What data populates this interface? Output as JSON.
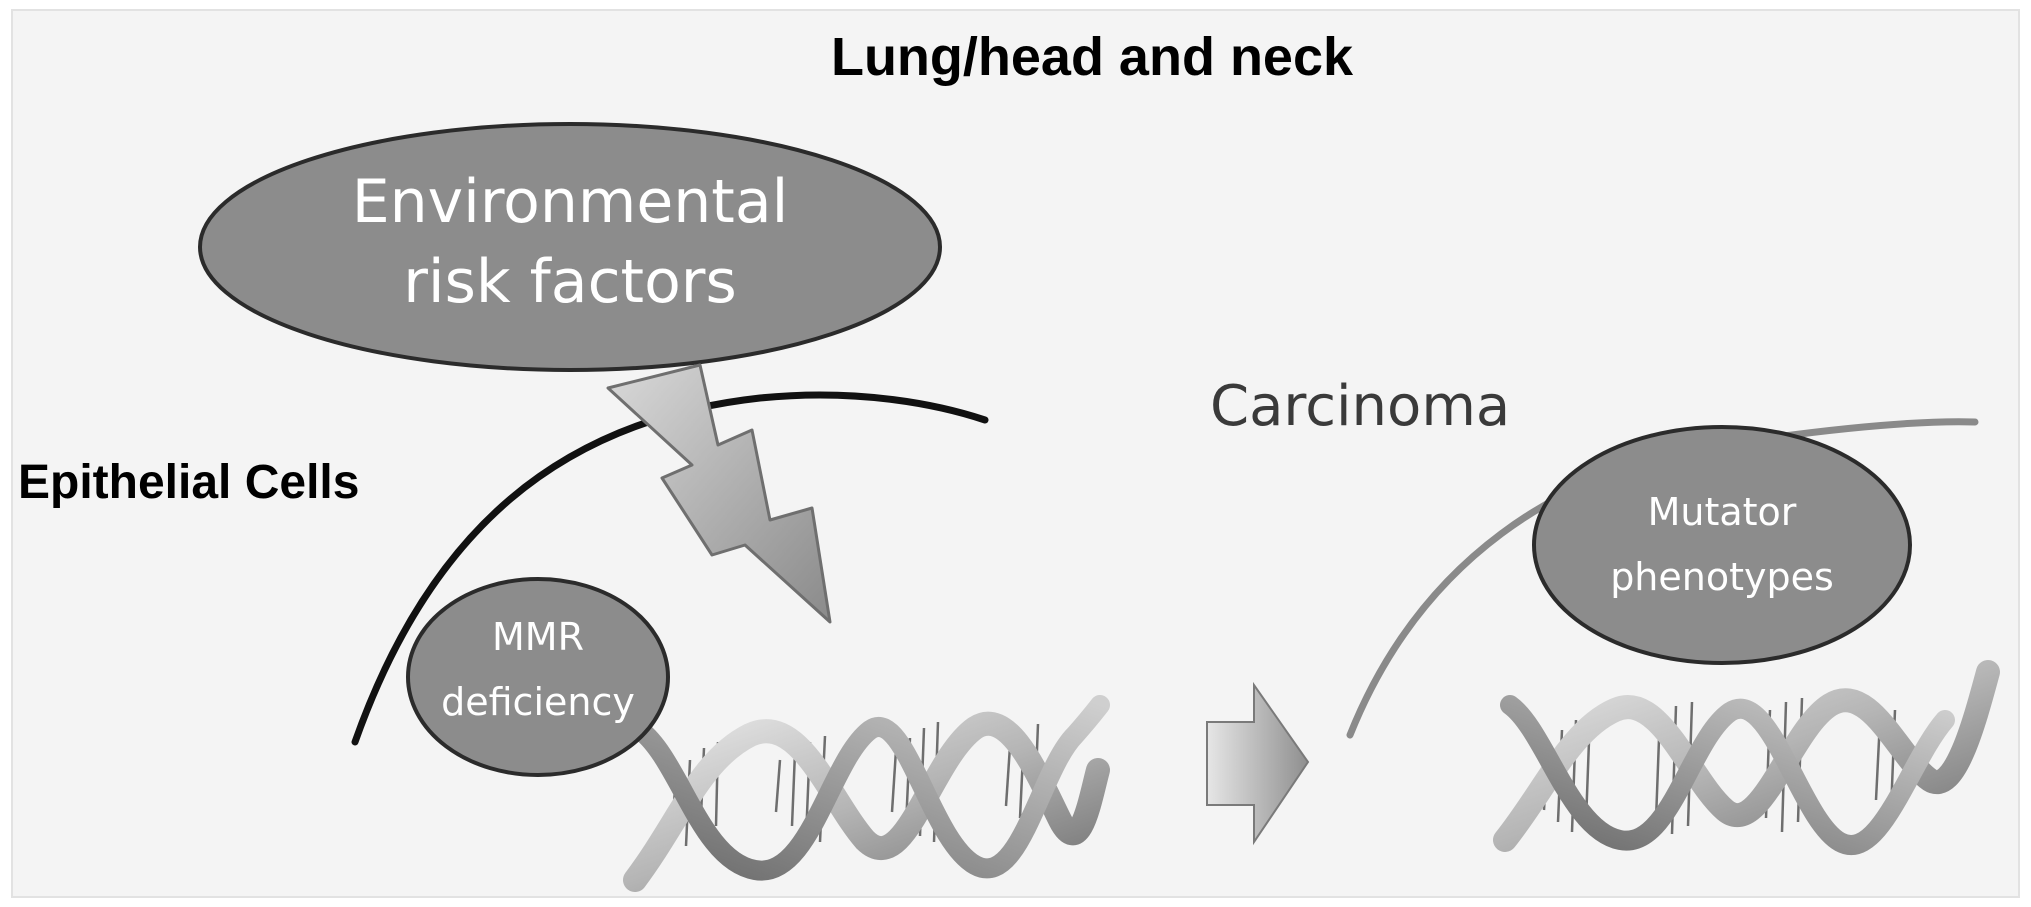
{
  "title": "Lung/head and neck",
  "left_panel": {
    "label": "Epithelial Cells",
    "risk_ellipse": {
      "line1": "Environmental",
      "line2": "risk factors"
    },
    "mmr_ellipse": {
      "line1": "MMR",
      "line2": "deficiency"
    }
  },
  "right_panel": {
    "label": "Carcinoma",
    "mutator_ellipse": {
      "line1": "Mutator",
      "line2": "phenotypes"
    }
  },
  "colors": {
    "ellipse_fill": "#8c8c8c",
    "ellipse_stroke": "#2b2b2b",
    "curve_left": "#111111",
    "curve_right": "#8a8a8a",
    "background": "#f4f4f4"
  },
  "icons": [
    "lightning-bolt-icon",
    "dna-helix-icon",
    "right-arrow-icon"
  ]
}
